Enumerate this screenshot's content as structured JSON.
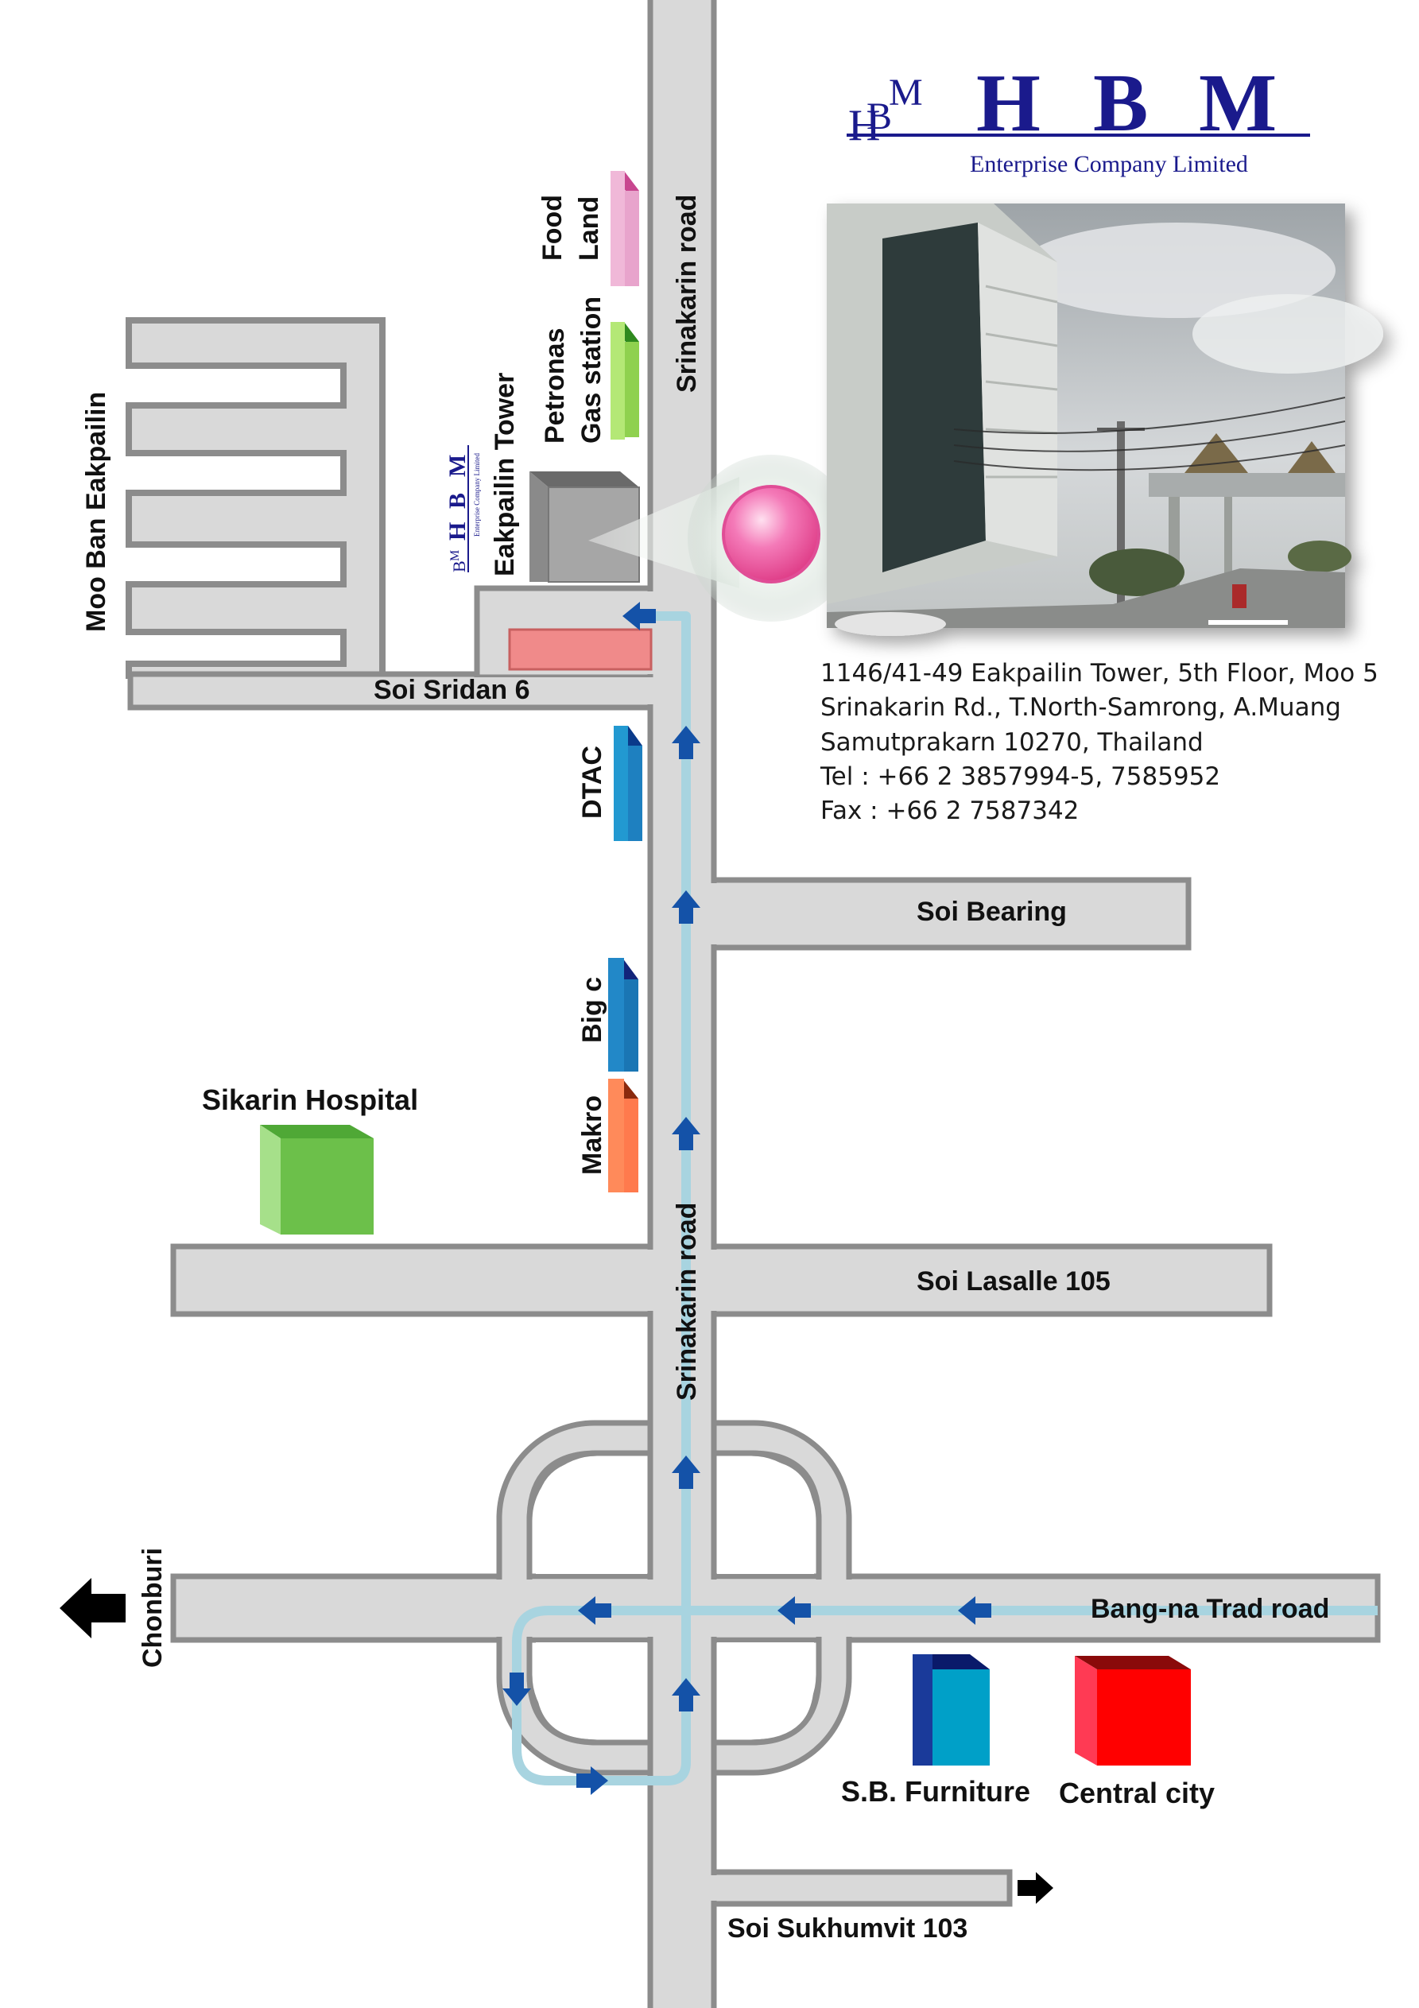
{
  "logo": {
    "monogram": "HBM",
    "letters": [
      "H",
      "B",
      "M"
    ],
    "subtitle": "Enterprise Company Limited",
    "color": "#1a1a8c"
  },
  "address": {
    "lines": [
      "1146/41-49 Eakpailin Tower, 5th Floor, Moo 5",
      "Srinakarin Rd., T.North-Samrong, A.Muang",
      "Samutprakarn 10270, Thailand",
      "Tel : +66 2 3857994-5, 7585952",
      "Fax : +66 2 7587342"
    ]
  },
  "roads": {
    "main_top": "Srinakarin road",
    "main_mid": "Srinakarin road",
    "soi_sridan": "Soi Sridan 6",
    "soi_bearing": "Soi Bearing",
    "soi_lasalle": "Soi Lasalle 105",
    "bangna": "Bang-na Trad road",
    "sukhumvit": "Soi Sukhumvit 103"
  },
  "landmarks": {
    "moo_ban": "Moo Ban Eakpailin",
    "tower": "Eakpailin Tower",
    "petronas_1": "Petronas",
    "petronas_2": "Gas station",
    "foodland_1": "Food",
    "foodland_2": "Land",
    "dtac": "DTAC",
    "bigc": "Big c",
    "makro": "Makro",
    "sikarin": "Sikarin Hospital",
    "sb_furniture": "S.B. Furniture",
    "central": "Central city",
    "chonburi": "Chonburi"
  },
  "colors": {
    "road_fill": "#d9d9d9",
    "road_edge": "#8c8c8c",
    "route": "#a8d4e0",
    "arrow": "#1452a8",
    "destination_marker": "#f06aa8",
    "highlight_block": "#f08a8a",
    "foodland": "#e8a4cc",
    "petronas": "#8fd14f",
    "dtac": "#2299d1",
    "bigc": "#2288c8",
    "makro": "#ff7a4d",
    "sikarin": "#6cc04a",
    "sb_furniture": "#00a0c8",
    "central": "#ff0000"
  },
  "icons": {
    "destination": "pink-location-marker-icon",
    "direction": "blue-arrow-icon",
    "exit": "black-arrow-icon"
  }
}
